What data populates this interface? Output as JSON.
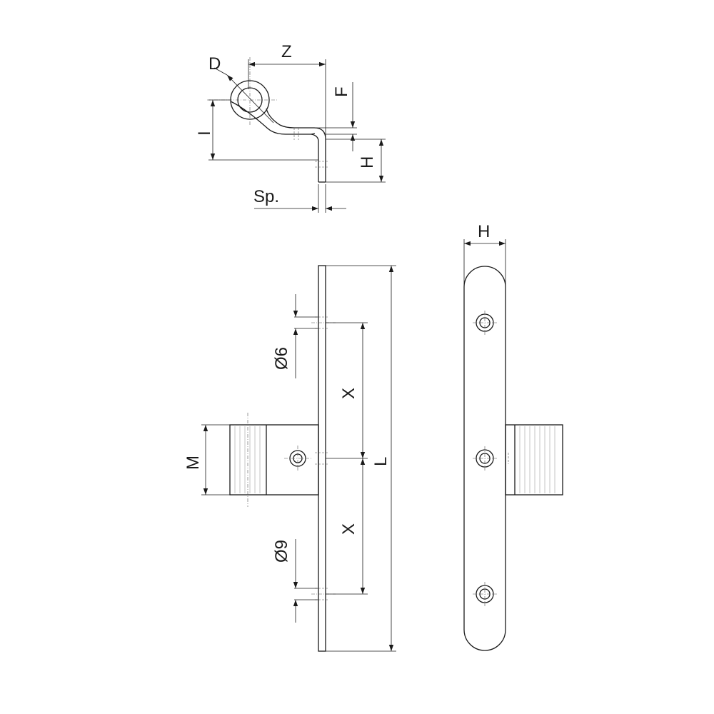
{
  "labels": {
    "D": "D",
    "Z": "Z",
    "F": "F",
    "I": "I",
    "H_side": "H",
    "Sp": "Sp.",
    "H_top": "H",
    "d6": "Ø6",
    "X_upper": "X",
    "M": "M",
    "L": "L",
    "X_lower": "X",
    "d9": "Ø9"
  }
}
